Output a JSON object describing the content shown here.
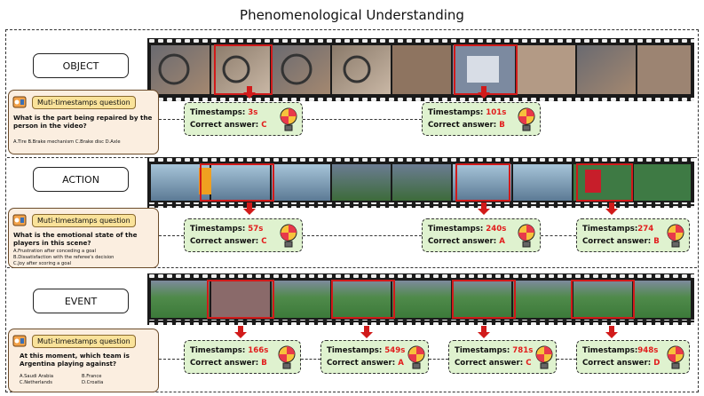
{
  "title": "Phenomenological Understanding",
  "sections": [
    {
      "label": "OBJECT",
      "question_title": "Muti-timestamps question",
      "question": "What is the part being repaired by the person in the video?",
      "options": [
        "A.Tire",
        "B.Brake mechanism",
        "C.Brake disc",
        "D.Axle"
      ],
      "answers": [
        {
          "timestamps_label": "Timestamps:",
          "time": "3s",
          "answer_label": "Correct answer:",
          "answer": "C"
        },
        {
          "timestamps_label": "Timestamps:",
          "time": "101s",
          "answer_label": "Correct answer:",
          "answer": "B"
        }
      ]
    },
    {
      "label": "ACTION",
      "question_title": "Muti-timestamps question",
      "question": "What is the emotional state of the players in this scene?",
      "options": [
        "A.Frustration after conceding a goal",
        "B.Dissatisfaction with the referee's decision",
        "C.Joy after scoring a goal"
      ],
      "answers": [
        {
          "timestamps_label": "Timestamps:",
          "time": "57s",
          "answer_label": "Correct answer:",
          "answer": "C"
        },
        {
          "timestamps_label": "Timestamps:",
          "time": "240s",
          "answer_label": "Correct answer:",
          "answer": "A"
        },
        {
          "timestamps_label": "Timestamps:",
          "time": "274",
          "answer_label": "Correct answer:",
          "answer": "B"
        }
      ]
    },
    {
      "label": "EVENT",
      "question_title": "Muti-timestamps question",
      "question": "At this moment, which team is Argentina playing against?",
      "options": [
        "A.Saudi Arabia",
        "B.France",
        "C.Netherlands",
        "D.Croatia"
      ],
      "answers": [
        {
          "timestamps_label": "Timestamps:",
          "time": "166s",
          "answer_label": "Correct answer:",
          "answer": "B"
        },
        {
          "timestamps_label": "Timestamps:",
          "time": "549s",
          "answer_label": "Correct answer:",
          "answer": "A"
        },
        {
          "timestamps_label": "Timestamps:",
          "time": "781s",
          "answer_label": "Correct answer:",
          "answer": "C"
        },
        {
          "timestamps_label": "Timestamps:",
          "time": "948s",
          "answer_label": "Correct answer:",
          "answer": "D"
        }
      ]
    }
  ],
  "colors": {
    "accent_red": "#d11a1a",
    "answer_bg": "#dff2cf",
    "question_bg": "#fbeee0",
    "question_title_bg": "#f9e29a"
  },
  "icons": [
    "question-icon",
    "lightbulb-icon",
    "down-arrow-icon"
  ]
}
